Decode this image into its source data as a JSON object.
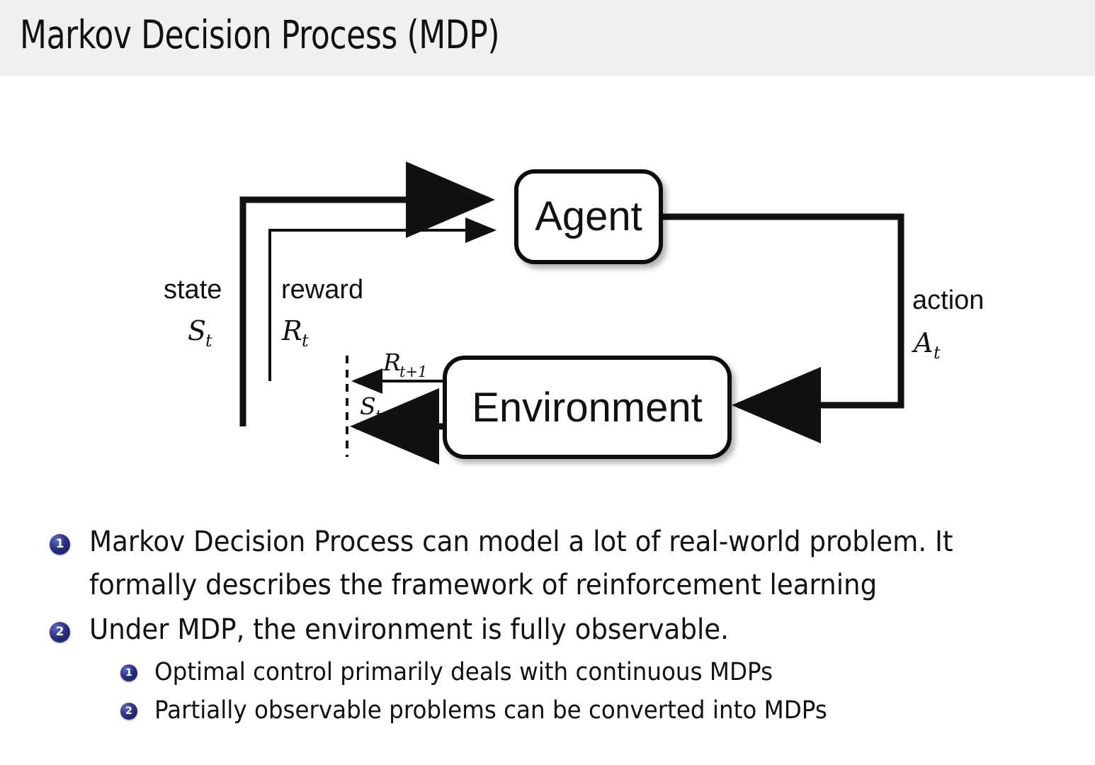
{
  "slide": {
    "title": "Markov Decision Process (MDP)",
    "header_bg": "#f0f0f0",
    "text_color": "#111111"
  },
  "diagram": {
    "name": "agent-environment-interaction-loop",
    "nodes": [
      {
        "id": "agent",
        "label": "Agent"
      },
      {
        "id": "environment",
        "label": "Environment"
      }
    ],
    "edges": [
      {
        "id": "state",
        "label": "state",
        "symbol": "S",
        "subscript": "t",
        "from": "environment",
        "to": "agent",
        "weight": "thick"
      },
      {
        "id": "reward",
        "label": "reward",
        "symbol": "R",
        "subscript": "t",
        "from": "environment",
        "to": "agent",
        "weight": "thin"
      },
      {
        "id": "action",
        "label": "action",
        "symbol": "A",
        "subscript": "t",
        "from": "agent",
        "to": "environment",
        "weight": "thick"
      },
      {
        "id": "reward-next",
        "label": "",
        "symbol": "R",
        "subscript": "t+1",
        "from": "environment",
        "to": "boundary",
        "weight": "thin"
      },
      {
        "id": "state-next",
        "label": "",
        "symbol": "S",
        "subscript": "t+1",
        "from": "environment",
        "to": "boundary",
        "weight": "thick"
      }
    ],
    "boundary_line": "dashed"
  },
  "bullets": [
    {
      "number": "1",
      "level": 1,
      "lines": [
        "Markov Decision Process can model a lot of real-world problem. It",
        "formally describes the framework of reinforcement learning"
      ]
    },
    {
      "number": "2",
      "level": 1,
      "lines": [
        "Under MDP, the environment is fully observable."
      ]
    },
    {
      "number": "1",
      "level": 2,
      "lines": [
        "Optimal control primarily deals with continuous MDPs"
      ]
    },
    {
      "number": "2",
      "level": 2,
      "lines": [
        "Partially observable problems can be converted into MDPs"
      ]
    }
  ]
}
